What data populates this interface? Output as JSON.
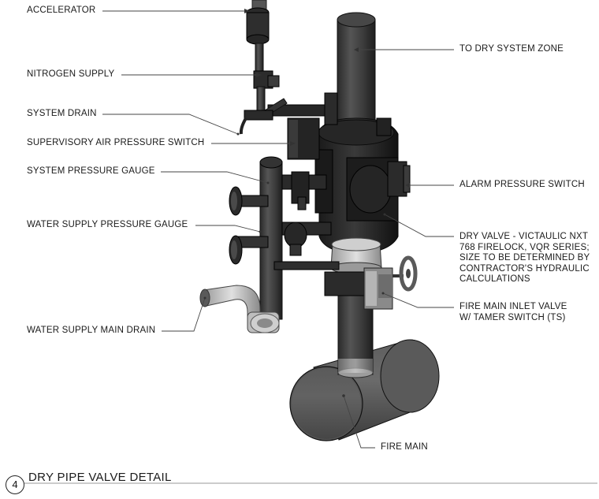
{
  "callouts": {
    "accelerator": "ACCELERATOR",
    "nitrogen_supply": "NITROGEN SUPPLY",
    "system_drain": "SYSTEM DRAIN",
    "supervisory_switch": "SUPERVISORY AIR PRESSURE SWITCH",
    "system_gauge": "SYSTEM PRESSURE GAUGE",
    "water_gauge": "WATER SUPPLY PRESSURE GAUGE",
    "main_drain": "WATER SUPPLY MAIN DRAIN",
    "to_dry_zone": "TO DRY SYSTEM ZONE",
    "alarm_switch": "ALARM PRESSURE SWITCH",
    "dry_valve": "DRY VALVE - VICTAULIC NXT\n768 FIRELOCK, VQR SERIES;\nSIZE TO BE DETERMINED BY\nCONTRACTOR'S HYDRAULIC\nCALCULATIONS",
    "inlet_valve": "FIRE MAIN INLET VALVE\nW/ TAMER SWITCH (TS)",
    "fire_main": "FIRE MAIN"
  },
  "detail": {
    "number": "4",
    "title": "DRY PIPE VALVE DETAIL"
  }
}
